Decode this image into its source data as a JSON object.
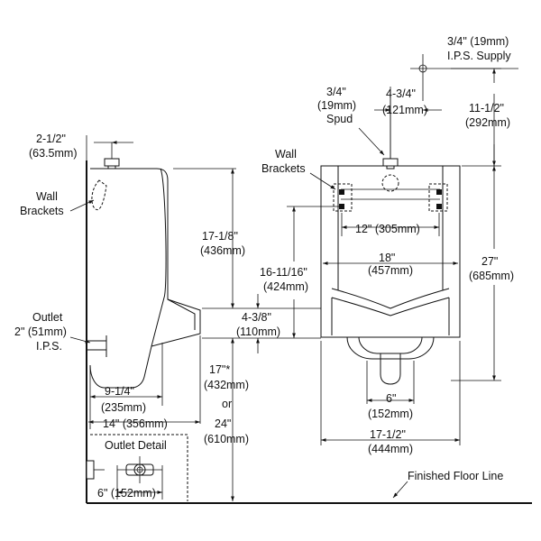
{
  "labels": {
    "supply_size": "3/4\" (19mm)",
    "supply_type": "I.P.S. Supply",
    "spud_size_in": "3/4\"",
    "spud_size_mm": "(19mm)",
    "spud_label": "Spud",
    "spud_offset_in": "4-3/4\"",
    "spud_offset_mm": "(121mm)",
    "supply_height_in": "11-1/2\"",
    "supply_height_mm": "(292mm)",
    "wall_brackets_front_1": "Wall",
    "wall_brackets_front_2": "Brackets",
    "bracket_spacing": "12\" (305mm)",
    "width_in": "18\"",
    "width_mm": "(457mm)",
    "bracket_to_outlet_in": "16-11/16\"",
    "bracket_to_outlet_mm": "(424mm)",
    "overall_height_in": "27\"",
    "overall_height_mm": "(685mm)",
    "outlet_width_in": "6\"",
    "outlet_width_mm": "(152mm)",
    "base_width_in": "17-1/2\"",
    "base_width_mm": "(444mm)",
    "finished_floor": "Finished Floor Line",
    "side_spud_in": "2-1/2\"",
    "side_spud_mm": "(63.5mm)",
    "wall_brackets_side_1": "Wall",
    "wall_brackets_side_2": "Brackets",
    "side_height_in": "17-1/8\"",
    "side_height_mm": "(436mm)",
    "lip_offset_in": "4-3/8\"",
    "lip_offset_mm": "(110mm)",
    "outlet_label": "Outlet",
    "outlet_size": "2\" (51mm)",
    "outlet_ips": "I.P.S.",
    "rim_height_1": "17\"*",
    "rim_height_1_mm": "(432mm)",
    "rim_height_or": "or",
    "rim_height_2": "24\"",
    "rim_height_2_mm": "(610mm)",
    "depth_outlet_in": "9-1/4\"",
    "depth_outlet_mm": "(235mm)",
    "depth_total": "14\" (356mm)",
    "outlet_detail": "Outlet Detail",
    "outlet_detail_dim": "6\" (152mm)"
  }
}
